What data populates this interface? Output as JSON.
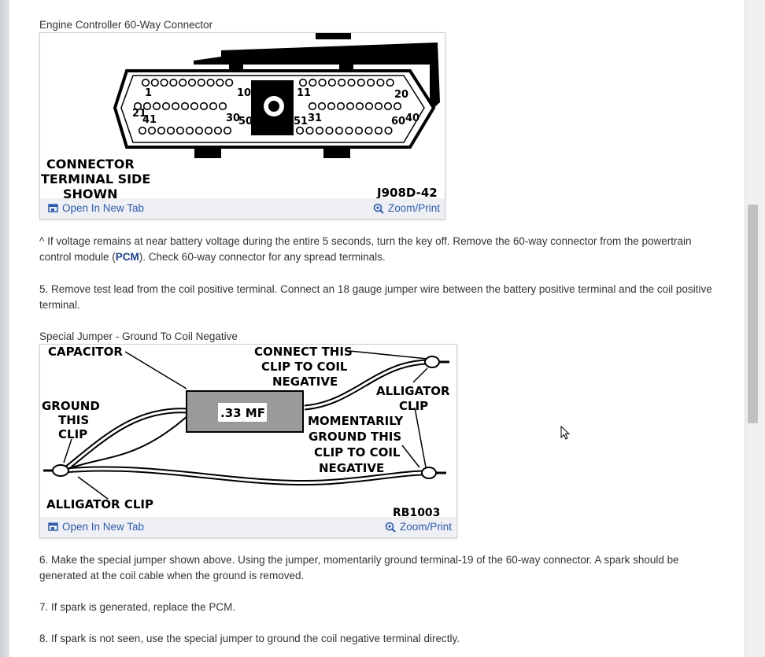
{
  "figures": [
    {
      "caption": "Engine Controller 60-Way Connector",
      "open_tab": "Open In New Tab",
      "zoom": "Zoom/Print",
      "diagram": {
        "pin_labels": [
          "1",
          "10",
          "11",
          "20",
          "21",
          "30",
          "31",
          "40",
          "41",
          "50",
          "51",
          "60"
        ],
        "side_label": [
          "CONNECTOR",
          "TERMINAL SIDE",
          "SHOWN"
        ],
        "code": "J908D-42"
      }
    },
    {
      "caption": "Special Jumper - Ground To Coil Negative",
      "open_tab": "Open In New Tab",
      "zoom": "Zoom/Print",
      "diagram": {
        "capacitor": "CAPACITOR",
        "cap_value": ".33 MF",
        "connect": [
          "CONNECT THIS",
          "CLIP TO COIL",
          "NEGATIVE"
        ],
        "alligator_right": [
          "ALLIGATOR",
          "CLIP"
        ],
        "ground": [
          "GROUND",
          "THIS",
          "CLIP"
        ],
        "momentary": [
          "MOMENTARILY",
          "GROUND THIS",
          "CLIP TO COIL",
          "NEGATIVE"
        ],
        "alligator_left": "ALLIGATOR CLIP",
        "code": "RB1003"
      }
    }
  ],
  "paragraphs": {
    "p1_prefix": " ^  If voltage remains at near battery voltage during the entire 5 seconds, turn the key off. Remove the 60-way connector from the powertrain control module (",
    "p1_pcm": "PCM",
    "p1_suffix": "). Check 60-way connector for any spread terminals.",
    "p2": " 5. Remove test lead from the coil positive terminal. Connect an 18 gauge jumper wire between the battery positive terminal and the coil positive terminal.",
    "p3": " 6. Make the special jumper shown above. Using the jumper, momentarily ground terminal-19 of the 60-way connector. A spark should be generated at the coil cable when the ground is removed.",
    "p4": " 7. If spark is generated, replace the PCM.",
    "p5": " 8. If spark is not seen, use the special jumper to ground the coil negative terminal directly."
  }
}
